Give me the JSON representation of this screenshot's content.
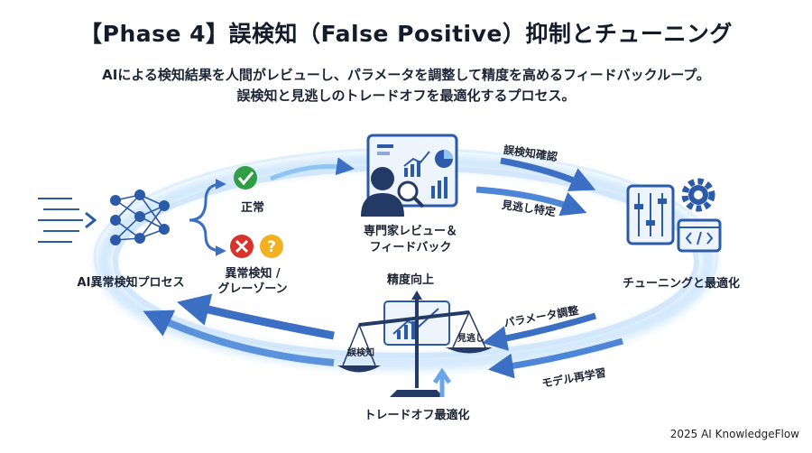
{
  "title": "【Phase 4】誤検知（False Positive）抑制とチューニング",
  "subtitle_line1": "AIによる検知結果を人間がレビューし、パラメータを調整して精度を高めるフィードバックループ。",
  "subtitle_line2": "誤検知と見逃しのトレードオフを最適化するプロセス。",
  "nodes": {
    "ai_process": "AI異常検知プロセス",
    "normal": "正常",
    "anomaly_line1": "異常検知 /",
    "anomaly_line2": "グレーゾーン",
    "expert_line1": "専門家レビュー＆",
    "expert_line2": "フィードバック",
    "tuning": "チューニングと最適化",
    "tradeoff": "トレードオフ最適化",
    "precision": "精度向上",
    "scale_left": "誤検知",
    "scale_right": "見逃し"
  },
  "arrows": {
    "fp_check": "誤検知確認",
    "miss_identify": "見逃し特定",
    "param_adjust": "パラメータ調整",
    "model_retrain": "モデル再学習"
  },
  "footer": "2025 AI KnowledgeFlow",
  "colors": {
    "primary_blue": "#2a5aa8",
    "glow_blue": "#8ec5f5",
    "dark_navy": "#243a66",
    "check_green": "#2f9e44",
    "cross_red": "#d9342b",
    "question_yellow": "#f2b120"
  },
  "icons": [
    "input-stream-icon",
    "neural-network-icon",
    "check-icon",
    "cross-icon",
    "question-icon",
    "expert-dashboard-icon",
    "magnifier-icon",
    "sliders-icon",
    "gear-icon",
    "code-window-icon",
    "balance-scale-icon",
    "up-arrow-icon"
  ]
}
